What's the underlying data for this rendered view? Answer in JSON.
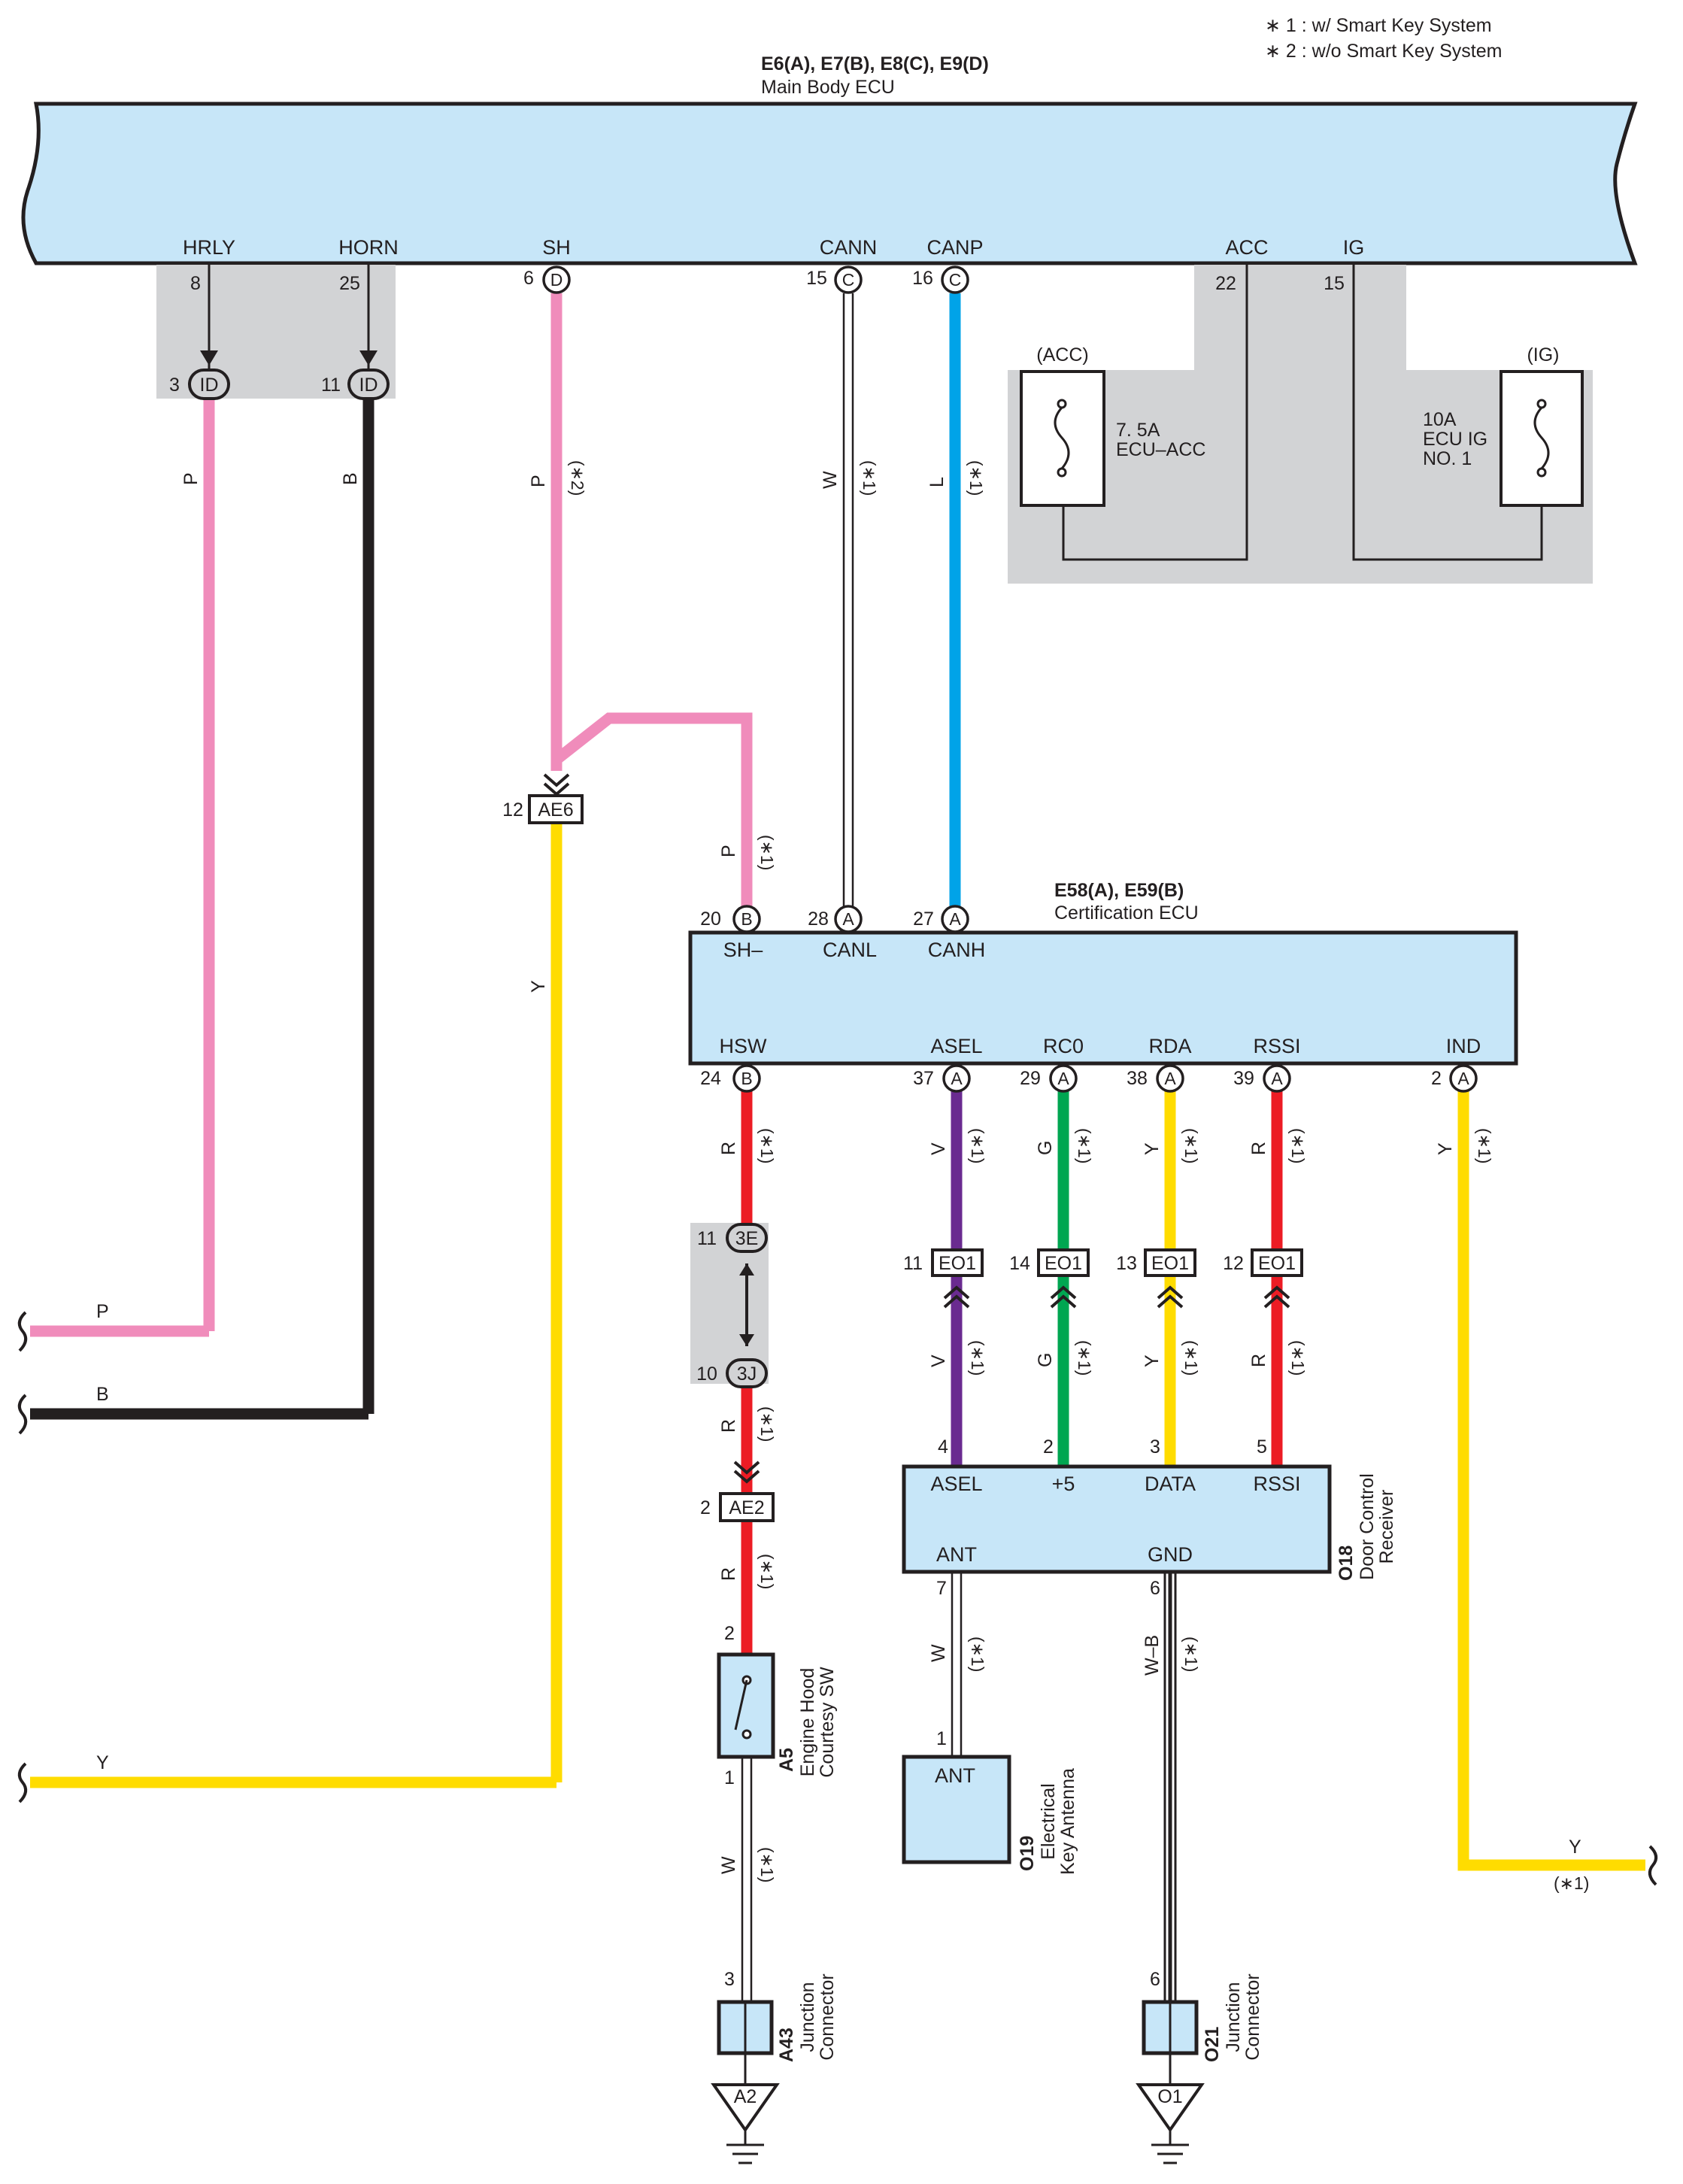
{
  "notes": [
    "∗ 1 : w/ Smart Key System",
    "∗ 2 : w/o Smart Key System"
  ],
  "colors": {
    "pink": "#f08cbb",
    "black": "#231f20",
    "blue": "#00a3e8",
    "yellow": "#ffdc00",
    "red": "#ec1c24",
    "purple": "#6a2b90",
    "green": "#00a651",
    "ecu_fill": "#c7e6f8",
    "connector_gray": "#d2d3d5"
  },
  "main_ecu": {
    "codes": "E6(A), E7(B), E8(C), E9(D)",
    "name": "Main Body ECU",
    "terminals": [
      {
        "label": "HRLY",
        "pin": "8"
      },
      {
        "label": "HORN",
        "pin": "25"
      },
      {
        "label": "SH",
        "pin": "6",
        "conn": "D"
      },
      {
        "label": "CANN",
        "pin": "15",
        "conn": "C"
      },
      {
        "label": "CANP",
        "pin": "16",
        "conn": "C"
      },
      {
        "label": "ACC",
        "pin": "22"
      },
      {
        "label": "IG",
        "pin": "15"
      }
    ]
  },
  "fuses": [
    {
      "tag": "(ACC)",
      "line1": "7. 5A",
      "line2": "ECU–ACC",
      "line3": ""
    },
    {
      "tag": "(IG)",
      "line1": "10A",
      "line2": "ECU IG",
      "line3": "NO. 1"
    }
  ],
  "id_connectors": [
    {
      "pin": "3",
      "code": "ID"
    },
    {
      "pin": "11",
      "code": "ID"
    }
  ],
  "wires": {
    "hrly_color": "P",
    "horn_color": "B",
    "sh_color": "P",
    "sh_note": "(∗2)",
    "cann_color": "W",
    "cann_note": "(∗1)",
    "canp_color": "L",
    "canp_note": "(∗1)",
    "sh_cert_color": "P",
    "sh_cert_note": "(∗1)",
    "ae6_down_color": "Y",
    "hsw_color": "R",
    "hsw_note": "(∗1)",
    "hsw_mid_color": "R",
    "hsw_mid_note": "(∗1)",
    "hsw_low_color": "R",
    "hsw_low_note": "(∗1)",
    "asel_color": "V",
    "rc0_color": "G",
    "rda_color": "Y",
    "rssi_color": "R",
    "ind_color": "Y",
    "ind_note": "(∗1)",
    "note": "(∗1)",
    "ant_color": "W",
    "ant_note": "(∗1)",
    "gnd_color": "W–B",
    "gnd_note": "(∗1)",
    "a43_color": "W",
    "a43_note": "(∗1)",
    "edge_p": "P",
    "edge_b": "B",
    "edge_y": "Y",
    "right_y": "Y",
    "right_note": "(∗1)"
  },
  "ae6": {
    "pin": "12",
    "code": "AE6"
  },
  "cert_ecu": {
    "codes": "E58(A), E59(B)",
    "name": "Certification ECU",
    "top_terminals": [
      {
        "label": "SH–",
        "pin": "20",
        "conn": "B"
      },
      {
        "label": "CANL",
        "pin": "28",
        "conn": "A"
      },
      {
        "label": "CANH",
        "pin": "27",
        "conn": "A"
      }
    ],
    "bottom_terminals": [
      {
        "label": "HSW",
        "pin": "24",
        "conn": "B"
      },
      {
        "label": "ASEL",
        "pin": "37",
        "conn": "A"
      },
      {
        "label": "RC0",
        "pin": "29",
        "conn": "A"
      },
      {
        "label": "RDA",
        "pin": "38",
        "conn": "A"
      },
      {
        "label": "RSSI",
        "pin": "39",
        "conn": "A"
      },
      {
        "label": "IND",
        "pin": "2",
        "conn": "A"
      }
    ]
  },
  "junction_3e": {
    "pin": "11",
    "code": "3E"
  },
  "junction_3j": {
    "pin": "10",
    "code": "3J"
  },
  "ae2": {
    "pin": "2",
    "code": "AE2"
  },
  "eo1": [
    {
      "pin": "11",
      "code": "EO1"
    },
    {
      "pin": "14",
      "code": "EO1"
    },
    {
      "pin": "13",
      "code": "EO1"
    },
    {
      "pin": "12",
      "code": "EO1"
    }
  ],
  "door_receiver": {
    "code": "O18",
    "name1": "Door Control",
    "name2": "Receiver",
    "top_terminals": [
      {
        "label": "ASEL",
        "pin": "4"
      },
      {
        "label": "+5",
        "pin": "2"
      },
      {
        "label": "DATA",
        "pin": "3"
      },
      {
        "label": "RSSI",
        "pin": "5"
      }
    ],
    "bottom_terminals": [
      {
        "label": "ANT",
        "pin": "7"
      },
      {
        "label": "GND",
        "pin": "6"
      }
    ]
  },
  "hood_sw": {
    "code": "A5",
    "name1": "Engine Hood",
    "name2": "Courtesy SW",
    "pin_top": "2",
    "pin_bottom": "1"
  },
  "antenna": {
    "code": "O19",
    "name1": "Electrical",
    "name2": "Key Antenna",
    "label": "ANT",
    "pin": "1"
  },
  "junction_a43": {
    "code": "A43",
    "name1": "Junction",
    "name2": "Connector",
    "pin": "3"
  },
  "junction_o21": {
    "code": "O21",
    "name1": "Junction",
    "name2": "Connector",
    "pin": "6"
  },
  "grounds": [
    "A2",
    "O1"
  ]
}
